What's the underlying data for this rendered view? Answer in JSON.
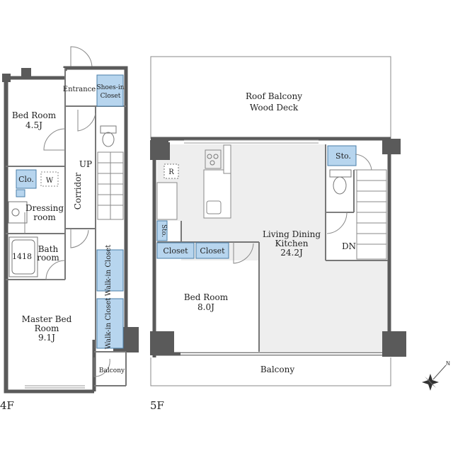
{
  "floors": {
    "f4": {
      "label": "4F",
      "rooms": {
        "entrance": "Entrance",
        "shoes_line1": "Shoes-in",
        "shoes_line2": "Closet",
        "bed_name": "Bed Room",
        "bed_size": "4.5J",
        "clo": "Clo.",
        "w": "W",
        "up": "UP",
        "corridor": "Corridor",
        "dressing_line1": "Dressing",
        "dressing_line2": "room",
        "bath_line1": "Bath",
        "bath_line2": "room",
        "tub": "1418",
        "walkin_1": "Walk-in Closet",
        "walkin_2": "Walk-in Closet",
        "master_line1": "Master Bed",
        "master_line2": "Room",
        "master_size": "9.1J",
        "balcony": "Balcony"
      }
    },
    "f5": {
      "label": "5F",
      "rooms": {
        "roof_line1": "Roof Balcony",
        "roof_line2": "Wood Deck",
        "sto_top": "Sto.",
        "r": "R",
        "sto_side": "Sto.",
        "closet_1": "Closet",
        "closet_2": "Closet",
        "ldk_line1": "Living Dining",
        "ldk_line2": "Kitchen",
        "ldk_size": "24.2J",
        "dn": "DN",
        "bed_name": "Bed Room",
        "bed_size": "8.0J",
        "balcony": "Balcony"
      }
    }
  },
  "colors": {
    "wall": "#5a5a5a",
    "line": "#6e6e6e",
    "storage_fill": "#b7d5ee",
    "storage_stroke": "#4a7ea8",
    "ldk_fill": "#eeeeee"
  },
  "icons": {
    "compass": "compass-rose-icon"
  }
}
